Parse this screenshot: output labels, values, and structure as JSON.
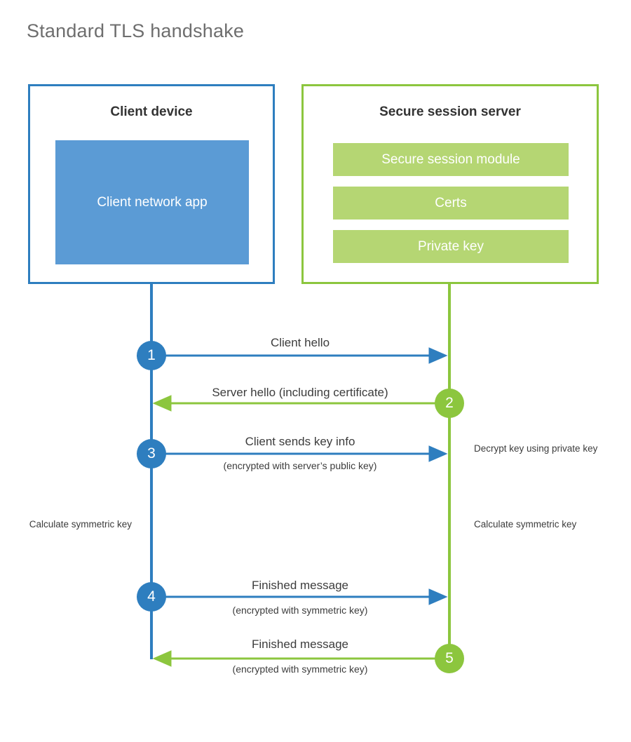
{
  "title": "Standard TLS handshake",
  "colors": {
    "client_accent": "#2e7ebf",
    "server_accent": "#8cc63e",
    "client_fill": "#5b9bd5",
    "server_fill": "#b5d673",
    "title_text": "#6e6e6e",
    "body_text": "#3c3c3c",
    "background": "#ffffff"
  },
  "client": {
    "title": "Client device",
    "app_label": "Client network app"
  },
  "server": {
    "title": "Secure session server",
    "bars": [
      {
        "label": "Secure session module"
      },
      {
        "label": "Certs"
      },
      {
        "label": "Private key"
      }
    ]
  },
  "steps": [
    {
      "number": "1",
      "side": "client",
      "direction": "client-to-server",
      "label": "Client hello",
      "sublabel": ""
    },
    {
      "number": "2",
      "side": "server",
      "direction": "server-to-client",
      "label": "Server hello (including certificate)",
      "sublabel": ""
    },
    {
      "number": "3",
      "side": "client",
      "direction": "client-to-server",
      "label": "Client sends key info",
      "sublabel": "(encrypted with server’s public key)"
    },
    {
      "number": "4",
      "side": "client",
      "direction": "client-to-server",
      "label": "Finished message",
      "sublabel": "(encrypted with symmetric key)"
    },
    {
      "number": "5",
      "side": "server",
      "direction": "server-to-client",
      "label": "Finished message",
      "sublabel": "(encrypted with symmetric key)"
    }
  ],
  "notes": {
    "decrypt": "Decrypt key using private key",
    "calculate_client": "Calculate symmetric key",
    "calculate_server": "Calculate symmetric key"
  }
}
